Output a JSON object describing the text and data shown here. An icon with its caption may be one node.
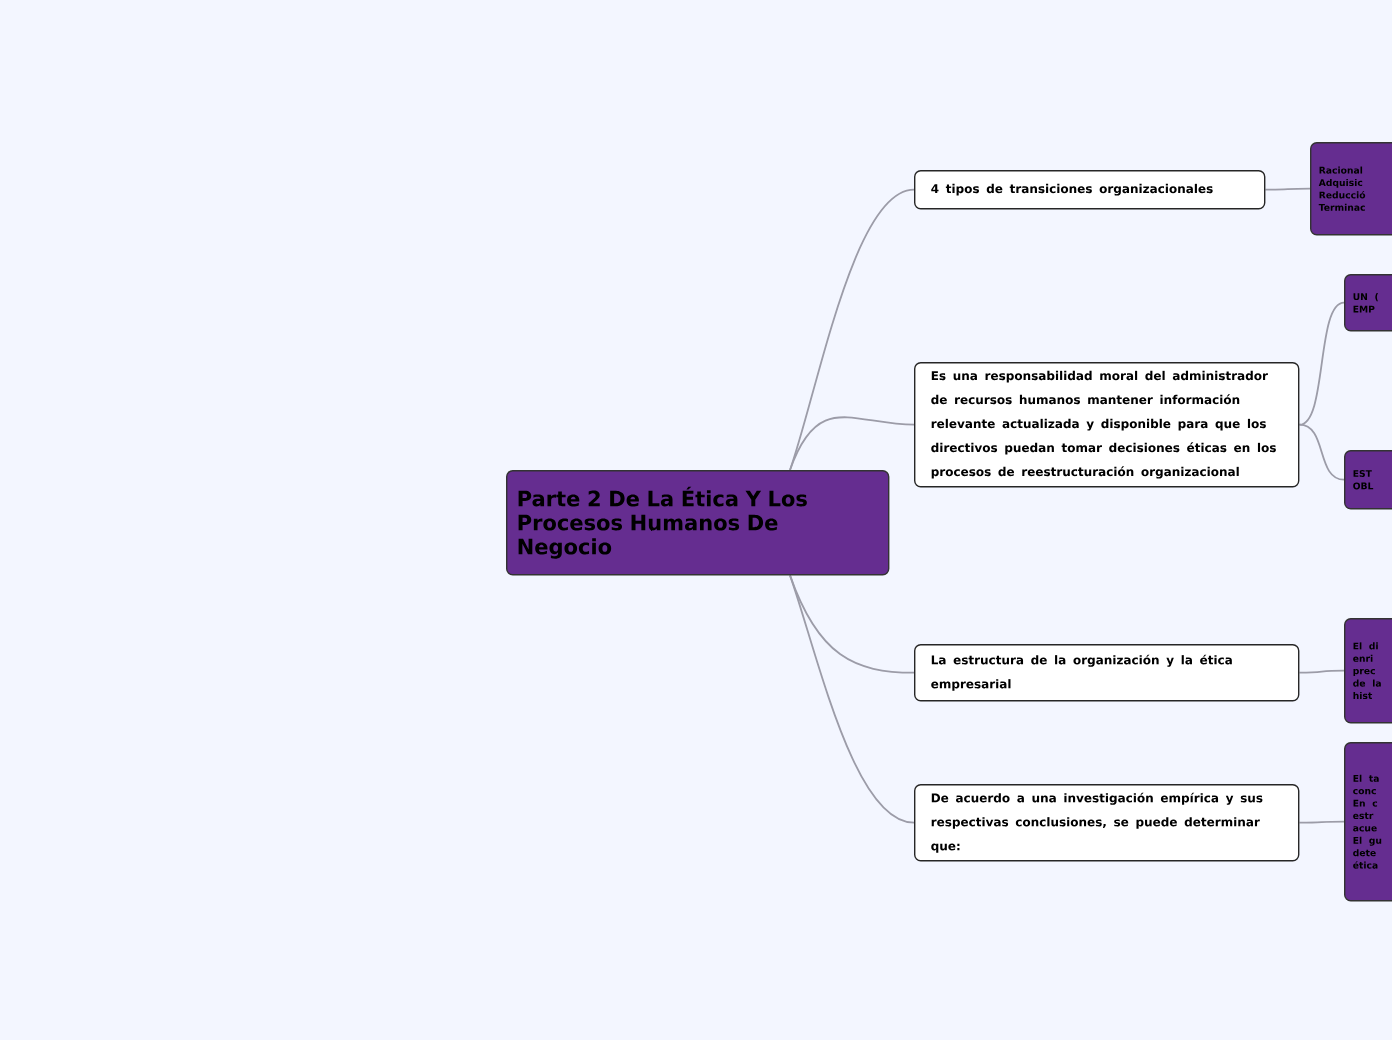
{
  "diagram": {
    "nodes": [
      {
        "text": [
          "Parte 2 De La Ética Y Los Procesos Humanos De Negocio"
        ]
      },
      {
        "text": [
          "4 tipos de transiciones organizacionales"
        ]
      },
      {
        "text": [
          "Racional Adquisic Reducció Terminac"
        ]
      },
      {
        "text": [
          "Es una responsabilidad moral del administrador de recursos humanos mantener información relevante actualizada y disponible para que los directivos puedan tomar decisiones éticas en los procesos de reestructuración organizacional"
        ]
      },
      {
        "text": [
          "UN ( EMP"
        ]
      },
      {
        "text": [
          "EST OBL"
        ]
      },
      {
        "text": [
          "La estructura de la organización y la ética empresarial"
        ]
      },
      {
        "text": [
          "El di enri prec de la hist"
        ]
      },
      {
        "text": [
          "De acuerdo a una investigación empírica y sus respectivas conclusiones, se puede determinar que:"
        ]
      },
      {
        "text": [
          "El ta conc En c estr acue El gu dete ética"
        ]
      }
    ],
    "edges": [
      {
        "from": 0,
        "to": 1,
        "arrow": "none"
      },
      {
        "from": 1,
        "to": 2,
        "arrow": "none"
      },
      {
        "from": 0,
        "to": 3,
        "arrow": "none"
      },
      {
        "from": 3,
        "to": 4,
        "arrow": "none"
      },
      {
        "from": 3,
        "to": 5,
        "arrow": "none"
      },
      {
        "from": 0,
        "to": 6,
        "arrow": "none"
      },
      {
        "from": 6,
        "to": 7,
        "arrow": "none"
      },
      {
        "from": 0,
        "to": 8,
        "arrow": "none"
      },
      {
        "from": 8,
        "to": 9,
        "arrow": "none"
      }
    ]
  }
}
